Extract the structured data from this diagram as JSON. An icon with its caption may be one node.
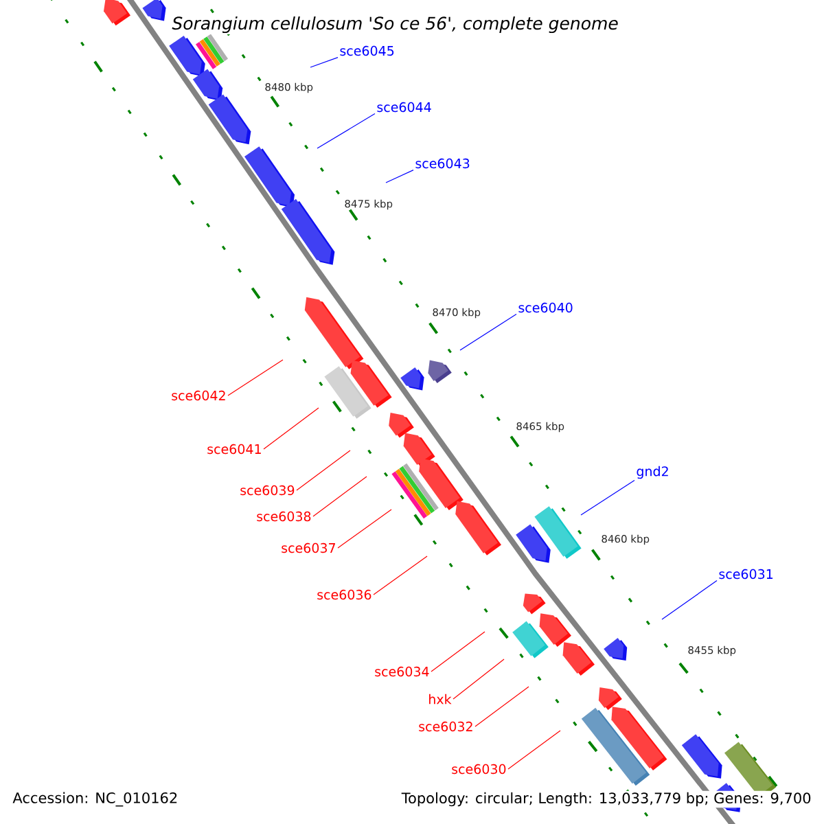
{
  "diagram": {
    "title": "*Sorangium cellulosum* 'So ce 56', complete genome",
    "nodes": [
      {
        "text": [
          "sce6045"
        ]
      },
      {
        "text": [
          "sce6044"
        ]
      },
      {
        "text": [
          "sce6043"
        ]
      },
      {
        "text": [
          "sce6040"
        ]
      },
      {
        "text": [
          "sce6042"
        ]
      },
      {
        "text": [
          "sce6041"
        ]
      },
      {
        "text": [
          "gnd2"
        ]
      },
      {
        "text": [
          "sce6039"
        ]
      },
      {
        "text": [
          "sce6038"
        ]
      },
      {
        "text": [
          "sce6037"
        ]
      },
      {
        "text": [
          "sce6031"
        ]
      },
      {
        "text": [
          "sce6036"
        ]
      },
      {
        "text": [
          "sce6034"
        ]
      },
      {
        "text": [
          "hxk"
        ]
      },
      {
        "text": [
          "sce6032"
        ]
      },
      {
        "text": [
          "sce6030"
        ]
      }
    ],
    "edges": [
      {
        "from": 0,
        "to": null,
        "arrow": "none",
        "color": "#0000ff"
      },
      {
        "from": 1,
        "to": null,
        "arrow": "none",
        "color": "#0000ff"
      },
      {
        "from": 2,
        "to": null,
        "arrow": "none",
        "color": "#0000ff"
      },
      {
        "from": 3,
        "to": null,
        "arrow": "none",
        "color": "#0000ff"
      },
      {
        "from": 4,
        "to": null,
        "arrow": "none",
        "color": "#ff0000"
      },
      {
        "from": 5,
        "to": null,
        "arrow": "none",
        "color": "#ff0000"
      },
      {
        "from": 6,
        "to": null,
        "arrow": "none",
        "color": "#0000ff"
      },
      {
        "from": 7,
        "to": null,
        "arrow": "none",
        "color": "#ff0000"
      },
      {
        "from": 8,
        "to": null,
        "arrow": "none",
        "color": "#ff0000"
      },
      {
        "from": 9,
        "to": null,
        "arrow": "none",
        "color": "#ff0000"
      },
      {
        "from": 10,
        "to": null,
        "arrow": "none",
        "color": "#0000ff"
      },
      {
        "from": 11,
        "to": null,
        "arrow": "none",
        "color": "#ff0000"
      },
      {
        "from": 12,
        "to": null,
        "arrow": "none",
        "color": "#ff0000"
      },
      {
        "from": 13,
        "to": null,
        "arrow": "none",
        "color": "#ff0000"
      },
      {
        "from": 14,
        "to": null,
        "arrow": "none",
        "color": "#ff0000"
      },
      {
        "from": 15,
        "to": null,
        "arrow": "none",
        "color": "#ff0000"
      }
    ],
    "labels": [
      "8480 kbp",
      "8475 kbp",
      "8470 kbp",
      "8465 kbp",
      "8460 kbp",
      "8455 kbp",
      "Accession: NC_010162",
      "Topology: circular; Length: 13,033,779 bp; Genes: 9,700"
    ]
  }
}
